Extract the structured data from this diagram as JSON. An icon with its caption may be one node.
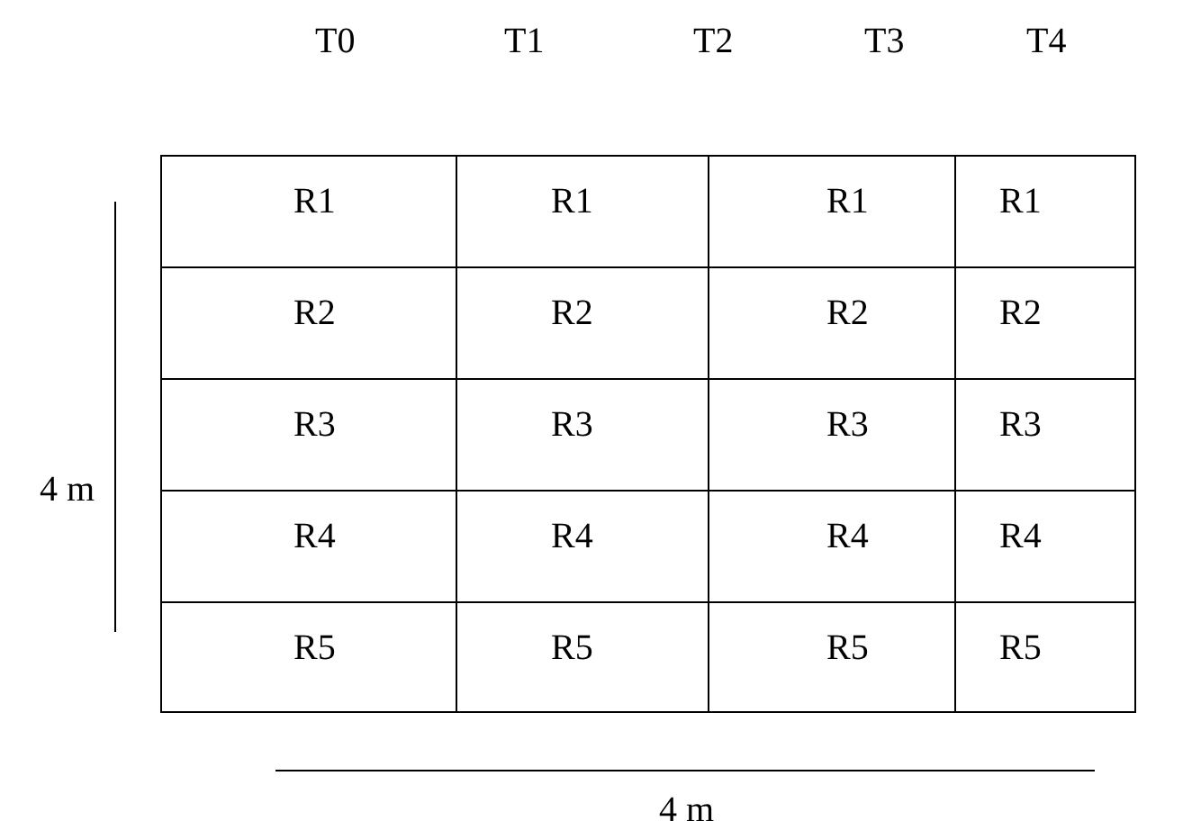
{
  "diagram": {
    "labels": [
      "T0",
      "T1",
      "T2",
      "T3",
      "T4",
      "R1",
      "R1",
      "R1",
      "R1",
      "R2",
      "R2",
      "R2",
      "R2",
      "R3",
      "R3",
      "R3",
      "R3",
      "R4",
      "R4",
      "R4",
      "R4",
      "R5",
      "R5",
      "R5",
      "R5",
      "4 m",
      "4 m"
    ]
  }
}
